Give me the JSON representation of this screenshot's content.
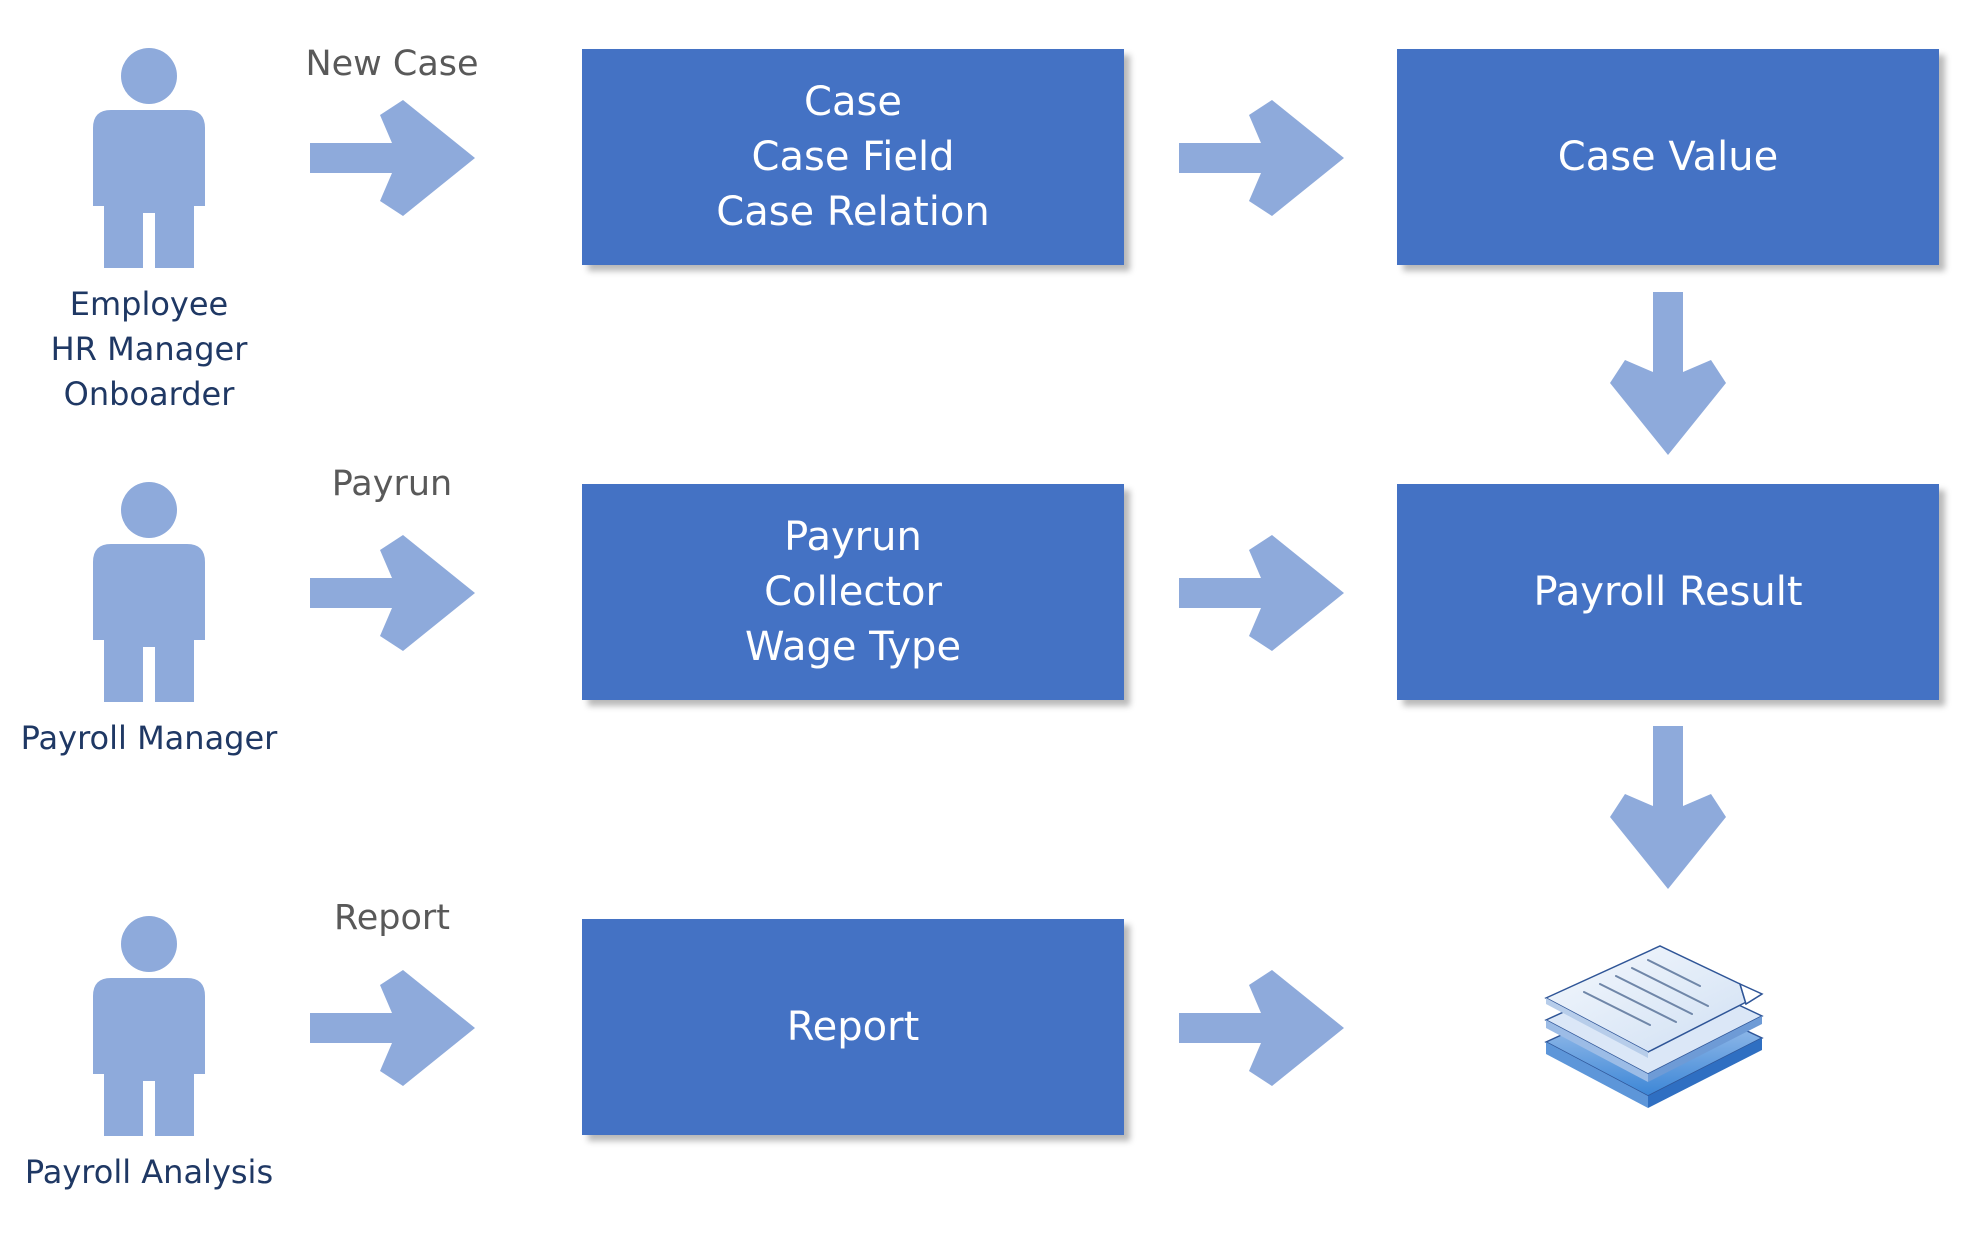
{
  "colors": {
    "box_fill": "#4472c4",
    "box_text": "#ffffff",
    "arrow_fill": "#8eaadb",
    "person_fill": "#8eaadb",
    "actor_text": "#1f3864",
    "arrow_label_text": "#595959"
  },
  "rows": [
    {
      "actor": {
        "icon": "person-icon",
        "label": "Employee\nHR Manager\nOnboarder"
      },
      "action_label": "New Case",
      "process_box": "Case\nCase Field\nCase Relation",
      "result_box": "Case Value"
    },
    {
      "actor": {
        "icon": "person-icon",
        "label": "Payroll Manager"
      },
      "action_label": "Payrun",
      "process_box": "Payrun\nCollector\nWage Type",
      "result_box": "Payroll Result"
    },
    {
      "actor": {
        "icon": "person-icon",
        "label": "Payroll Analysis"
      },
      "action_label": "Report",
      "process_box": "Report",
      "result_icon": "document-stack-icon"
    }
  ]
}
